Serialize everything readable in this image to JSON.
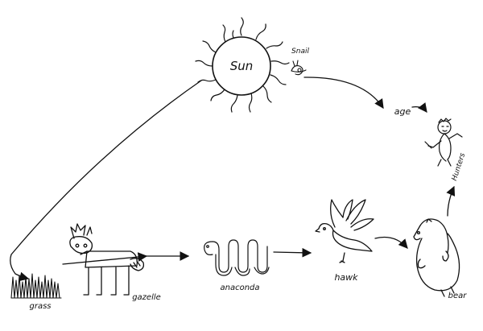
{
  "labels": {
    "sun": "Sun",
    "snail": "Snail",
    "age": "age",
    "hunters": "Hunters",
    "grass": "grass",
    "gazelle": "gazelle",
    "anaconda": "anaconda",
    "hawk": "hawk",
    "bear": "bear"
  },
  "colors": {
    "ink": "#111111",
    "background": "#ffffff"
  }
}
